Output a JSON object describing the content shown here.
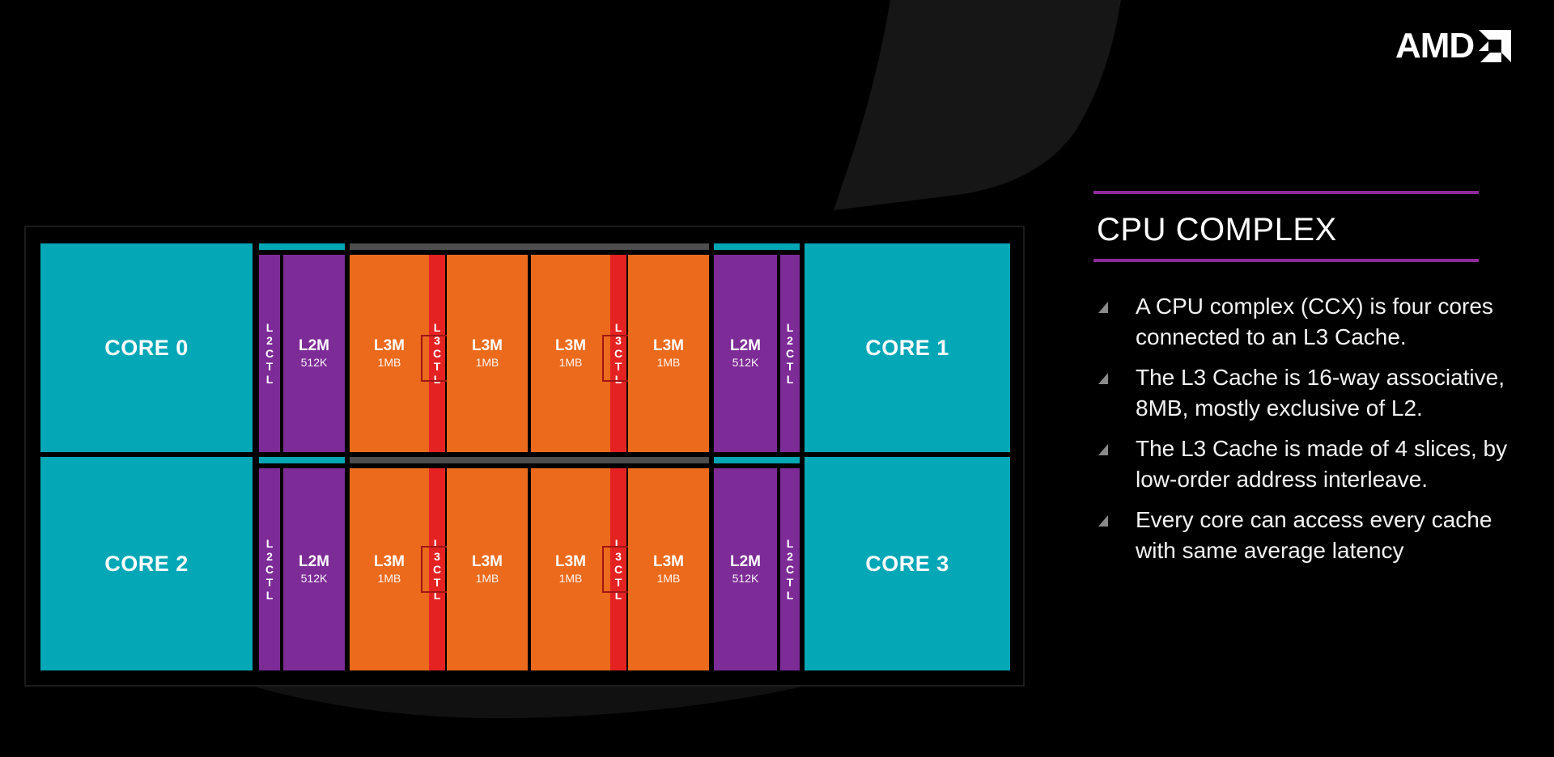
{
  "brand": {
    "logo_text": "AMD"
  },
  "panel": {
    "title": "CPU COMPLEX",
    "bullets": [
      "A CPU complex (CCX) is four cores connected to an L3 Cache.",
      "The L3 Cache is 16-way associative, 8MB, mostly exclusive of L2.",
      "The L3 Cache is made of 4 slices, by low-order address interleave.",
      "Every core can access every cache with same average latency"
    ]
  },
  "colors": {
    "core": "#03a7b6",
    "l2": "#7d2b97",
    "l3_slice": "#ec6a1c",
    "l3_ctl": "#e42222",
    "accent_rule": "#8e2a9a",
    "background": "#000000"
  },
  "diagram": {
    "cores": [
      "CORE 0",
      "CORE 1",
      "CORE 2",
      "CORE 3"
    ],
    "l2_ctl_label": "L2CTL",
    "l2_name": "L2M",
    "l2_size": "512K",
    "l3_name": "L3M",
    "l3_size": "1MB",
    "l3_ctl_label": "L3CTL"
  }
}
